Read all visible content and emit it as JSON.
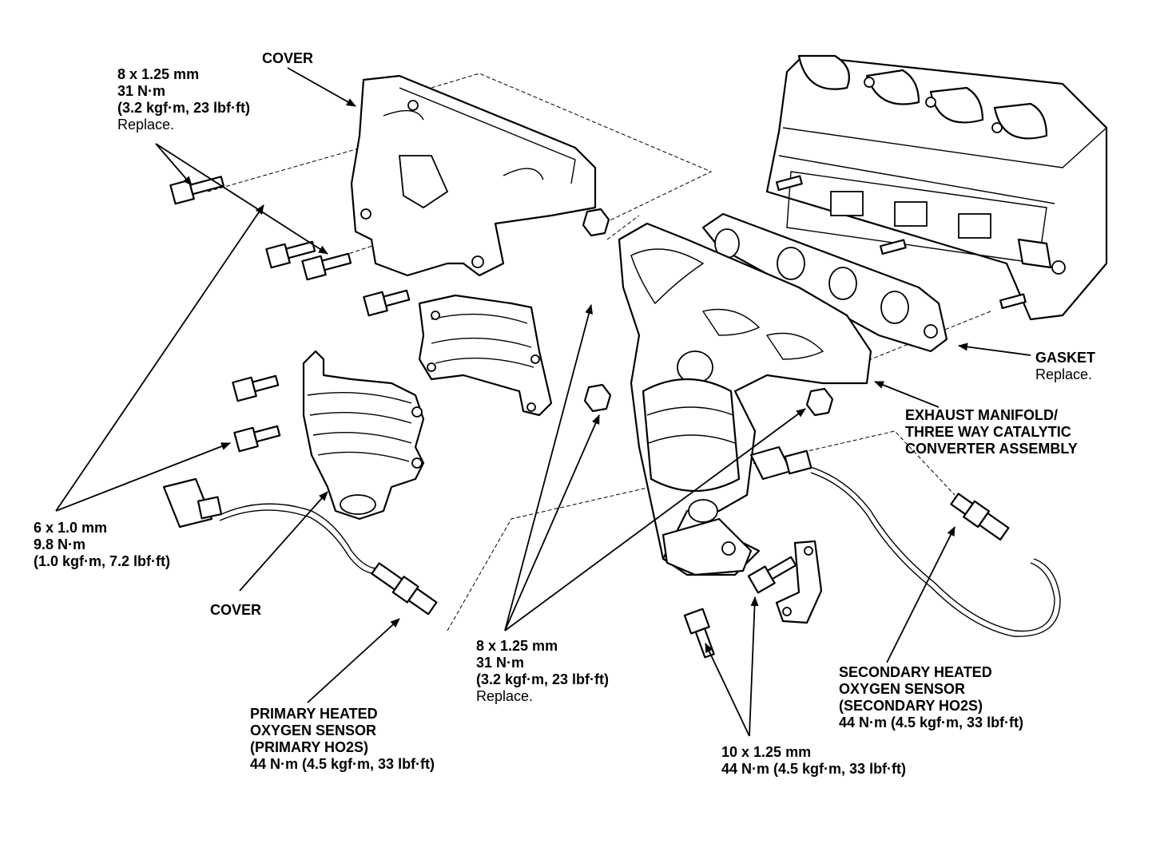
{
  "callouts": {
    "cover_top": {
      "lines": [
        "COVER"
      ]
    },
    "bolt_8x125_left": {
      "lines": [
        "8 x 1.25 mm",
        "31 N·m",
        "(3.2 kgf·m, 23 lbf·ft)",
        "Replace."
      ]
    },
    "bolt_6x10": {
      "lines": [
        "6 x 1.0 mm",
        "9.8 N·m",
        "(1.0 kgf·m, 7.2 lbf·ft)"
      ]
    },
    "cover_bottom": {
      "lines": [
        "COVER"
      ]
    },
    "primary_ho2s": {
      "lines": [
        "PRIMARY HEATED",
        "OXYGEN SENSOR",
        "(PRIMARY HO2S)",
        "44 N·m (4.5 kgf·m, 33 lbf·ft)"
      ]
    },
    "nut_8x125_center": {
      "lines": [
        "8 x 1.25 mm",
        "31 N·m",
        "(3.2 kgf·m, 23 lbf·ft)",
        "Replace."
      ]
    },
    "bolt_10x125": {
      "lines": [
        "10 x 1.25 mm",
        "44 N·m (4.5 kgf·m, 33 lbf·ft)"
      ]
    },
    "secondary_ho2s": {
      "lines": [
        "SECONDARY HEATED",
        "OXYGEN SENSOR",
        "(SECONDARY HO2S)",
        "44 N·m (4.5 kgf·m, 33 lbf·ft)"
      ]
    },
    "gasket": {
      "lines": [
        "GASKET",
        "Replace."
      ]
    },
    "manifold": {
      "lines": [
        "EXHAUST MANIFOLD/",
        "THREE WAY CATALYTIC",
        "CONVERTER ASSEMBLY"
      ]
    }
  }
}
